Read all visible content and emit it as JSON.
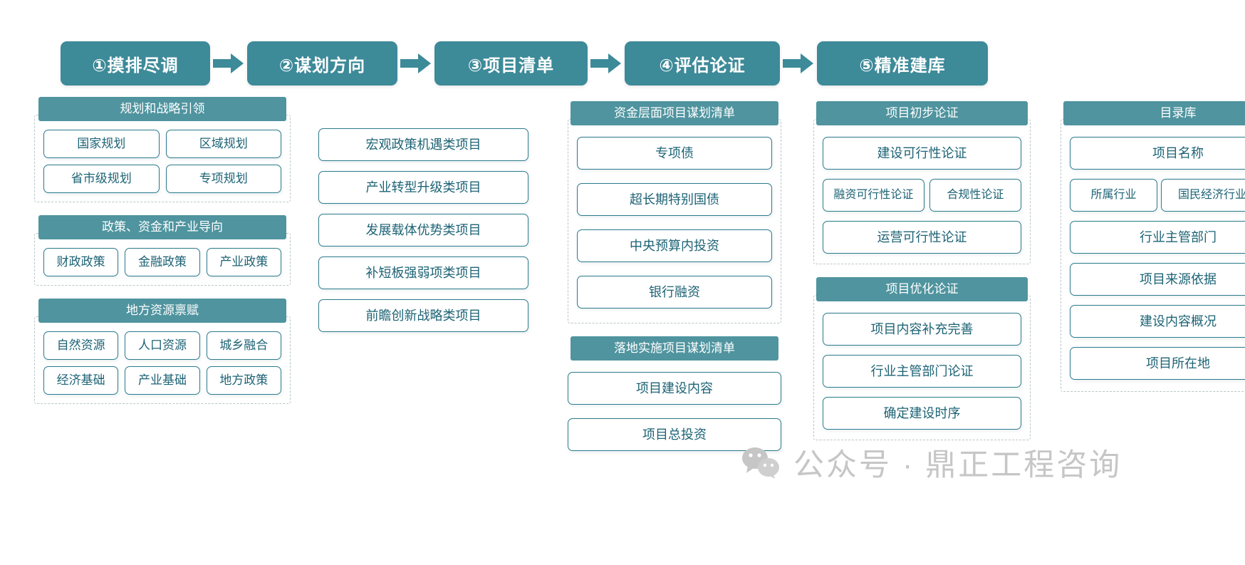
{
  "accent": {
    "stage_pill": "#3d8a99",
    "group_header": "#4f949f",
    "cell_border": "#2b7b8c",
    "cell_text": "#1d6375",
    "dashed_border": "#b9c5c8",
    "watermark": "#c6c6c6"
  },
  "stages": [
    {
      "label": "①摸排尽调"
    },
    {
      "label": "②谋划方向"
    },
    {
      "label": "③项目清单"
    },
    {
      "label": "④评估论证"
    },
    {
      "label": "⑤精准建库"
    }
  ],
  "arrow_icon": "right-arrow-icon",
  "columns": [
    {
      "name": "col-1",
      "groups": [
        {
          "title": "规划和战略引领",
          "rows": [
            [
              "国家规划",
              "区域规划"
            ],
            [
              "省市级规划",
              "专项规划"
            ]
          ]
        },
        {
          "title": "政策、资金和产业导向",
          "rows": [
            [
              "财政政策",
              "金融政策",
              "产业政策"
            ]
          ]
        },
        {
          "title": "地方资源禀赋",
          "rows": [
            [
              "自然资源",
              "人口资源",
              "城乡融合"
            ],
            [
              "经济基础",
              "产业基础",
              "地方政策"
            ]
          ]
        }
      ]
    },
    {
      "name": "col-2",
      "groups": [
        {
          "title": "",
          "rows": [
            [
              "宏观政策机遇类项目"
            ],
            [
              "产业转型升级类项目"
            ],
            [
              "发展载体优势类项目"
            ],
            [
              "补短板强弱项类项目"
            ],
            [
              "前瞻创新战略类项目"
            ]
          ]
        }
      ]
    },
    {
      "name": "col-3",
      "groups": [
        {
          "title": "资金层面项目谋划清单",
          "rows": [
            [
              "专项债"
            ],
            [
              "超长期特别国债"
            ],
            [
              "中央预算内投资"
            ],
            [
              "银行融资"
            ]
          ]
        },
        {
          "title": "落地实施项目谋划清单",
          "rows": [
            [
              "项目建设内容"
            ],
            [
              "项目总投资"
            ]
          ]
        }
      ]
    },
    {
      "name": "col-4",
      "groups": [
        {
          "title": "项目初步论证",
          "rows": [
            [
              "建设可行性论证"
            ],
            [
              "融资可行性论证",
              "合规性论证"
            ],
            [
              "运营可行性论证"
            ]
          ]
        },
        {
          "title": "项目优化论证",
          "rows": [
            [
              "项目内容补充完善"
            ],
            [
              "行业主管部门论证"
            ],
            [
              "确定建设时序"
            ]
          ]
        }
      ]
    },
    {
      "name": "col-5",
      "groups": [
        {
          "title": "目录库",
          "rows": [
            [
              "项目名称"
            ],
            [
              "所属行业",
              "国民经济行业分类"
            ],
            [
              "行业主管部门"
            ],
            [
              "项目来源依据"
            ],
            [
              "建设内容概况"
            ],
            [
              "项目所在地"
            ]
          ]
        }
      ]
    }
  ],
  "watermark": {
    "icon": "wechat-icon",
    "text": "公众号 · 鼎正工程咨询"
  }
}
